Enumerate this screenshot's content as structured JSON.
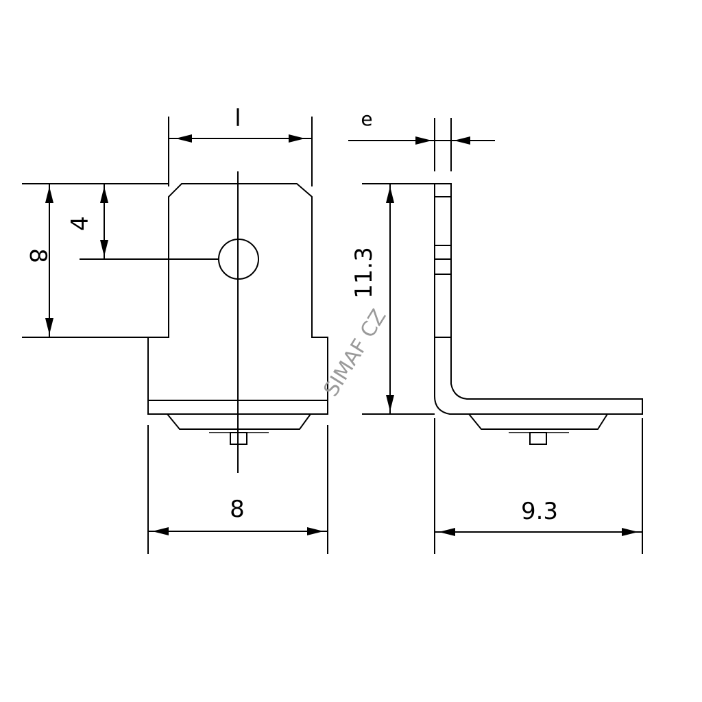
{
  "dimensions": {
    "front_width_top": "l",
    "front_total_height": "8",
    "hole_offset": "4",
    "front_width_bottom": "8",
    "thickness": "e",
    "side_height": "11.3",
    "side_width": "9.3"
  },
  "watermark": "SIMAF CZ"
}
